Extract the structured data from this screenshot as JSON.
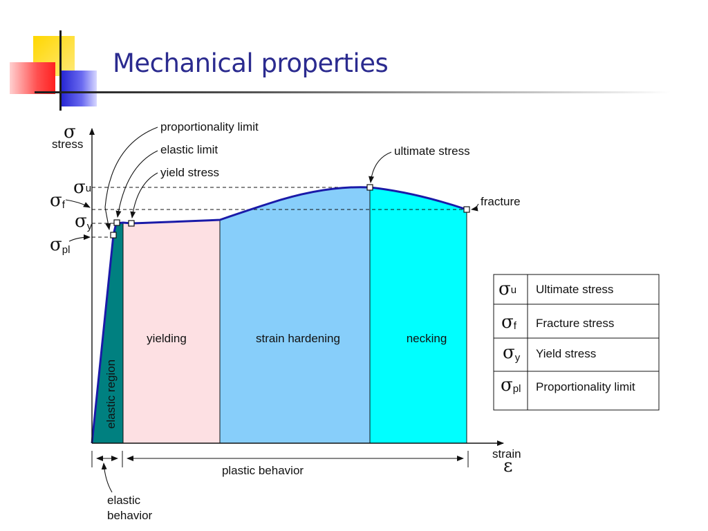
{
  "slide": {
    "title": "Mechanical properties"
  },
  "diagram": {
    "y_axis": {
      "symbol": "σ",
      "label": "stress"
    },
    "x_axis": {
      "label": "strain",
      "symbol": "ε"
    },
    "stress_levels": [
      {
        "symbol": "σ",
        "sub": "u"
      },
      {
        "symbol": "σ",
        "sub": "f"
      },
      {
        "symbol": "σ",
        "sub": "y"
      },
      {
        "symbol": "σ",
        "sub": "pl"
      }
    ],
    "callouts": {
      "proportionality_limit": "proportionality limit",
      "elastic_limit": "elastic limit",
      "yield_stress": "yield stress",
      "ultimate_stress": "ultimate stress",
      "fracture": "fracture"
    },
    "regions": [
      {
        "label": "elastic region",
        "color": "#008080"
      },
      {
        "label": "yielding",
        "color": "#fde0e3"
      },
      {
        "label": "strain hardening",
        "color": "#87cefa"
      },
      {
        "label": "necking",
        "color": "#00ffff"
      }
    ],
    "behaviors": {
      "plastic": "plastic behavior",
      "elastic_line1": "elastic",
      "elastic_line2": "behavior"
    },
    "curve_color": "#1a1aa8"
  },
  "legend_table": {
    "rows": [
      {
        "symbol": "σ",
        "sub": "u",
        "desc": "Ultimate stress"
      },
      {
        "symbol": "σ",
        "sub": "f",
        "desc": "Fracture stress"
      },
      {
        "symbol": "σ",
        "sub": "y",
        "desc": "Yield stress"
      },
      {
        "symbol": "σ",
        "sub": "pl",
        "desc": "Proportionality limit"
      }
    ]
  }
}
